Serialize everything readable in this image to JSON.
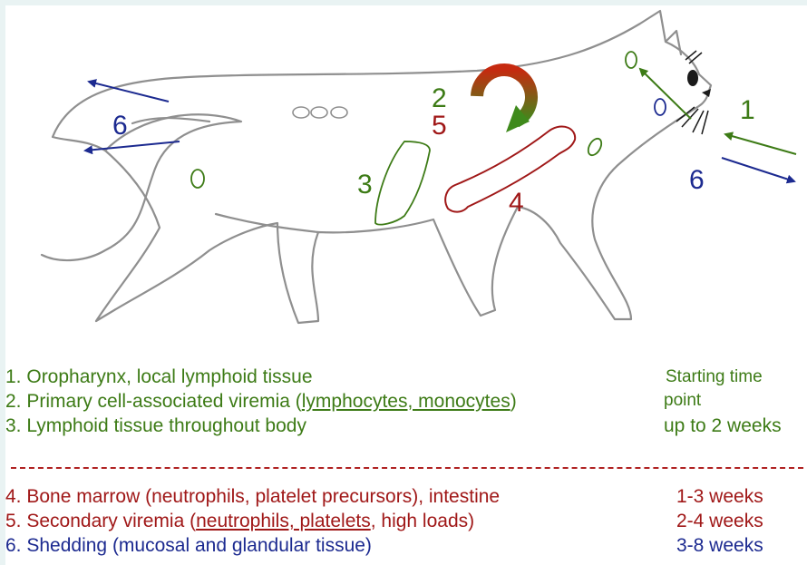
{
  "colors": {
    "green": "#3d7b16",
    "red": "#a01818",
    "blue": "#1c2a90",
    "outline": "#8f8f8f"
  },
  "diagram": {
    "labels": {
      "l1": "1",
      "l2": "2",
      "l3": "3",
      "l4": "4",
      "l5": "5",
      "l6_left": "6",
      "l6_right": "6"
    }
  },
  "legend": {
    "items": [
      {
        "num": "1.",
        "text": "Oropharynx, local lymphoid tissue"
      },
      {
        "num": "2.",
        "pre": "Primary cell-associated viremia (",
        "underlined": "lymphocytes, monocytes",
        "post": ")"
      },
      {
        "num": "3.",
        "text": "Lymphoid tissue throughout body"
      },
      {
        "num": "4.",
        "text": "Bone marrow (neutrophils, platelet precursors), intestine"
      },
      {
        "num": "5.",
        "pre": "Secondary viremia (",
        "underlined": "neutrophils, platelets",
        "post": ", high loads)"
      },
      {
        "num": "6.",
        "text": "Shedding (mucosal and glandular tissue)"
      }
    ],
    "times": {
      "t1": "Starting time",
      "t2": "point",
      "t3": "up to 2 weeks",
      "t4": "1-3 weeks",
      "t5": "2-4 weeks",
      "t6": "3-8 weeks"
    }
  }
}
